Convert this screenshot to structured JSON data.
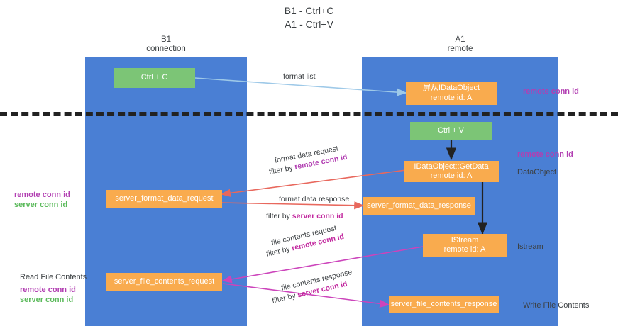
{
  "title": "B1 - Ctrl+C\nA1 - Ctrl+V",
  "lanes": [
    {
      "id": "b1",
      "header": "B1\nconnection"
    },
    {
      "id": "a1",
      "header": "A1\nremote"
    }
  ],
  "nodes": [
    {
      "id": "ctrl-c",
      "line1": "Ctrl + C",
      "line2": "",
      "color": "#7cc576"
    },
    {
      "id": "idataobject",
      "line1": "屏从IDataObject",
      "line2": "remote id: A",
      "color": "#f9ab4e"
    },
    {
      "id": "ctrl-v",
      "line1": "Ctrl + V",
      "line2": "",
      "color": "#7cc576"
    },
    {
      "id": "idataobject-getdata",
      "line1": "IDataObject::GetData",
      "line2": "remote id: A",
      "color": "#f9ab4e"
    },
    {
      "id": "server-format-data-request",
      "line1": "server_format_data_request",
      "line2": "",
      "color": "#f9ab4e"
    },
    {
      "id": "server-format-data-response",
      "line1": "server_format_data_response",
      "line2": "",
      "color": "#f9ab4e"
    },
    {
      "id": "istream",
      "line1": "IStream",
      "line2": "remote id: A",
      "color": "#f9ab4e"
    },
    {
      "id": "server-file-contents-request",
      "line1": "server_file_contents_request",
      "line2": "",
      "color": "#f9ab4e"
    },
    {
      "id": "server-file-contents-response",
      "line1": "server_file_contents_response",
      "line2": "",
      "color": "#f9ab4e"
    }
  ],
  "edge_labels": {
    "format_list": "format list",
    "format_data_request": "format data request",
    "format_data_request_filter_prefix": "filter by ",
    "format_data_request_filter_key": "remote conn id",
    "format_data_response": "format data response",
    "format_data_response_filter_prefix": "filter by ",
    "format_data_response_filter_key": "server conn id",
    "file_contents_request": "file contents request",
    "file_contents_request_filter_prefix": "filter by ",
    "file_contents_request_filter_key": "remote conn id",
    "file_contents_response": "file contents response",
    "file_contents_response_filter_prefix": "filter by ",
    "file_contents_response_filter_key": "server conn id"
  },
  "annotations": {
    "remote_conn_id_top": "remote conn id",
    "remote_conn_id_mid": "remote conn id",
    "dataobject": "DataObject",
    "istream": "Istream",
    "write_file_contents": "Write File Contents",
    "read_file_contents": "Read File Contents",
    "left_keys_mid_1": "remote conn id",
    "left_keys_mid_2": "server conn id",
    "left_keys_bot_1": "remote conn id",
    "left_keys_bot_2": "server conn id"
  },
  "colors": {
    "lane": "#4a7fd4",
    "green_node": "#7cc576",
    "orange_node": "#f9ab4e",
    "purple_key": "#b23fb2",
    "green_key": "#5bba5b",
    "pink_key": "#c2279e",
    "arrow_blue": "#9ec9e8",
    "arrow_red": "#e8685d",
    "arrow_magenta": "#cc44bb",
    "arrow_black": "#222222",
    "divider": "#222222",
    "text": "#3c4043"
  }
}
